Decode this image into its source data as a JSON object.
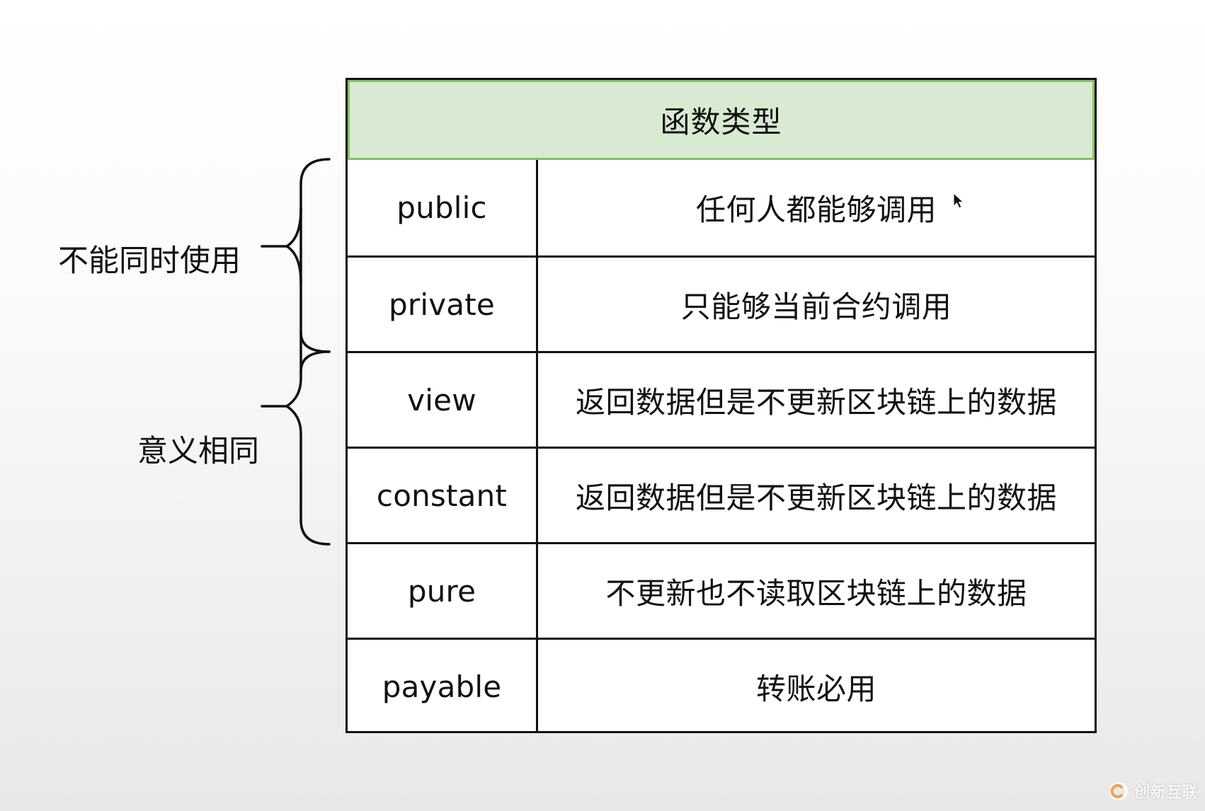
{
  "table": {
    "header": "函数类型",
    "rows": [
      {
        "name": "public",
        "description": "任何人都能够调用"
      },
      {
        "name": "private",
        "description": "只能够当前合约调用"
      },
      {
        "name": "view",
        "description": "返回数据但是不更新区块链上的数据"
      },
      {
        "name": "constant",
        "description": "返回数据但是不更新区块链上的数据"
      },
      {
        "name": "pure",
        "description": "不更新也不读取区块链上的数据"
      },
      {
        "name": "payable",
        "description": "转账必用"
      }
    ]
  },
  "annotations": {
    "top_brace_label": "不能同时使用",
    "bottom_brace_label": "意义相同"
  },
  "colors": {
    "header_fill": "#d8ead2",
    "header_border": "#86bf6d",
    "line": "#111111"
  },
  "icons": {
    "cursor": "mouse-pointer-icon",
    "watermark": "brand-logo-icon"
  },
  "watermark": {
    "text": "创新互联"
  }
}
